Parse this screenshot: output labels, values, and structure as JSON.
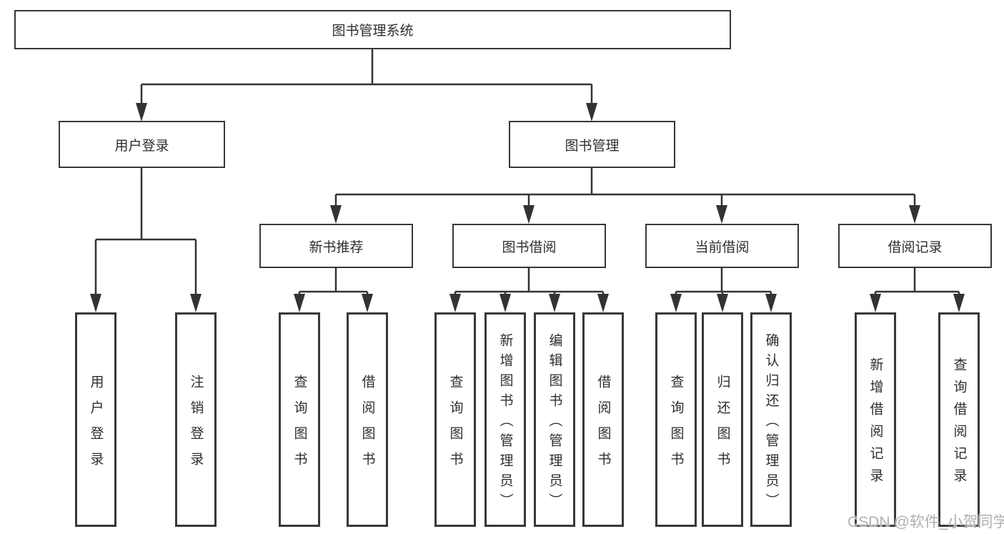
{
  "diagram": {
    "root": "图书管理系统",
    "level2": [
      "用户登录",
      "图书管理"
    ],
    "level3": [
      "新书推荐",
      "图书借阅",
      "当前借阅",
      "借阅记录"
    ],
    "leaves": {
      "user_login": [
        "用户登录",
        "注销登录"
      ],
      "new_book_recommend": [
        "查询图书",
        "借阅图书"
      ],
      "book_borrow": [
        "查询图书",
        "新增图书（管理员）",
        "编辑图书（管理员）",
        "借阅图书"
      ],
      "current_borrow": [
        "查询图书",
        "归还图书",
        "确认归还（管理员）"
      ],
      "borrow_record": [
        "新增借阅记录",
        "查询借阅记录"
      ]
    }
  },
  "watermark": {
    "text": "CSDN @软件_小贺同学"
  },
  "colors": {
    "line": "#333333",
    "border": "#383838",
    "text": "#2e2e2e",
    "background": "#ffffff",
    "watermark": "#b0b0b0"
  }
}
